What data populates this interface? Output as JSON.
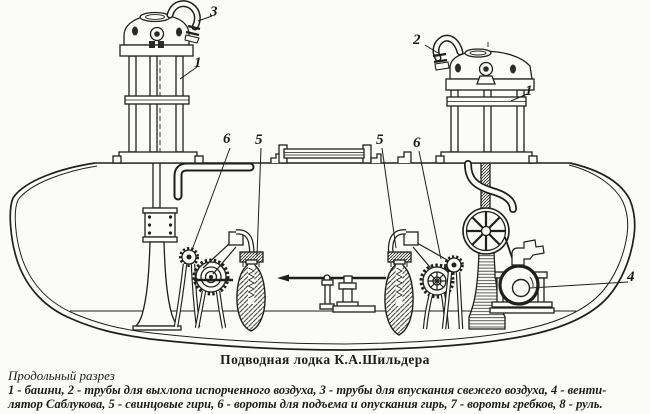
{
  "figure": {
    "title": "Подводная лодка К.А.Шильдера",
    "section_label": "Продольный разрез",
    "legend_line1": "1 - башни, 2 - трубы для выхлопа испорченного воздуха, 3 - трубы для впускания свежего воздуха, 4 - венти-",
    "legend_line2": "лятор Саблукова, 5 - свинцовые гири, 6 - вороты для подъема и опускания гирь, 7 - вороты гребков, 8 - руль.",
    "callouts": [
      {
        "text": "3"
      },
      {
        "text": "1"
      },
      {
        "text": "2"
      },
      {
        "text": "1"
      },
      {
        "text": "6"
      },
      {
        "text": "5"
      },
      {
        "text": "5"
      },
      {
        "text": "6"
      },
      {
        "text": "4"
      }
    ],
    "ink_color": "#1f1f1f",
    "paper_color": "#fbfbf9"
  }
}
